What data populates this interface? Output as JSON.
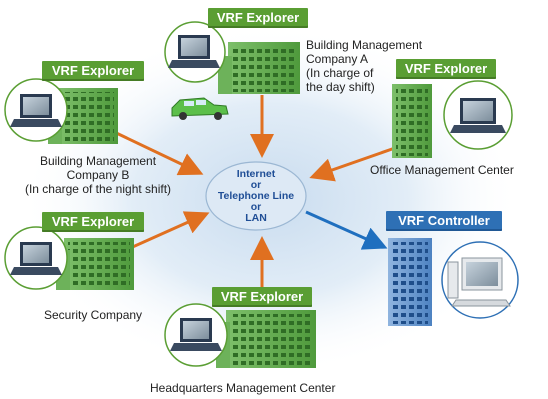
{
  "tags": {
    "top": "VRF Explorer",
    "left_upper": "VRF Explorer",
    "right_upper": "VRF Explorer",
    "left_lower": "VRF Explorer",
    "bottom": "VRF Explorer",
    "controller": "VRF Controller"
  },
  "network": {
    "line1": "Internet",
    "line2": "or",
    "line3": "Telephone Line",
    "line4": "or",
    "line5": "LAN"
  },
  "labels": {
    "company_a": [
      "Building Management",
      "Company A",
      "(In charge of",
      "the day shift)"
    ],
    "company_b": [
      "Building Management",
      "Company B",
      "(In charge of the night shift)"
    ],
    "office": "Office Management Center",
    "security": "Security Company",
    "headquarters": "Headquarters Management Center"
  },
  "colors": {
    "explorer_tag": "#5a9e33",
    "controller_tag": "#2e70b5",
    "arrow_orange": "#e07020",
    "arrow_blue": "#1f6fbf",
    "cloud": "#dde9f5"
  }
}
